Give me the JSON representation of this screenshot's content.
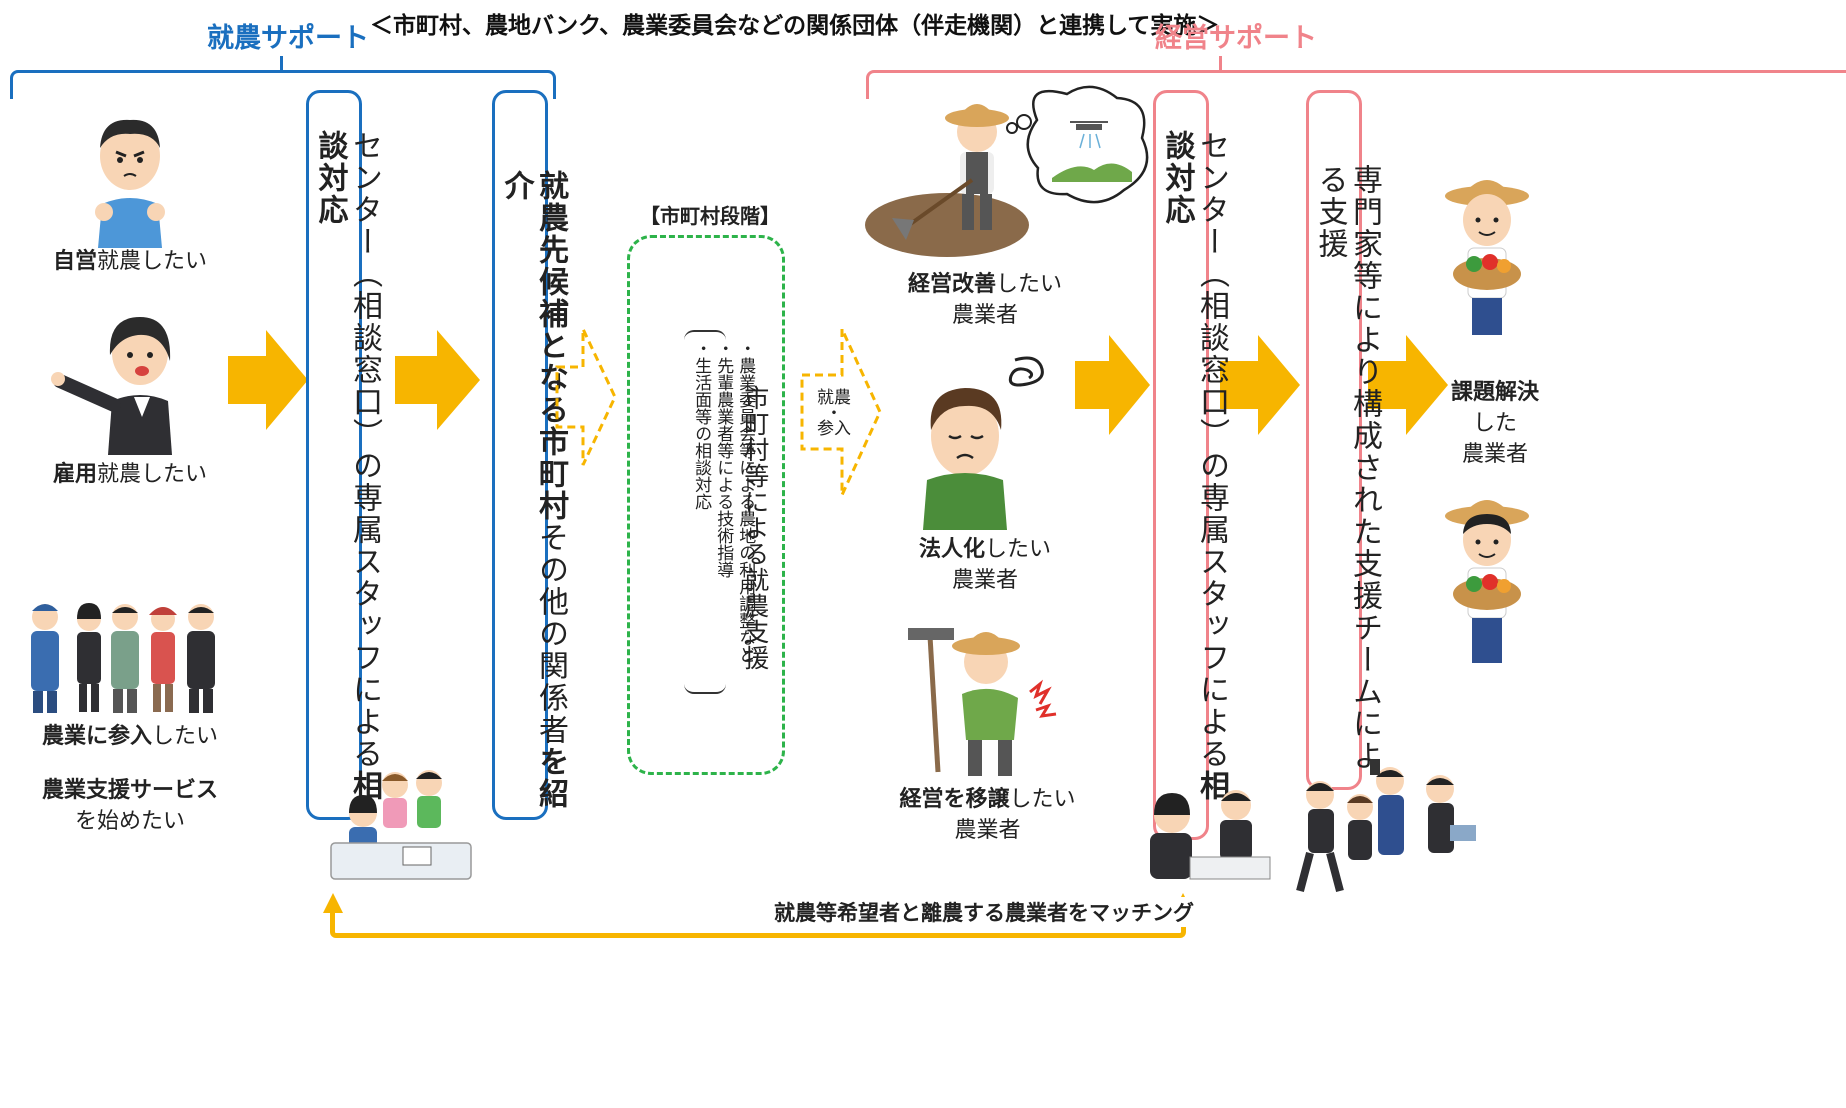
{
  "header": {
    "left_title": "就農サポート",
    "right_title": "経営サポート",
    "center_note": "＜市町村、農地バンク、農業委員会などの関係団体（伴走機関）と連携して実施＞"
  },
  "colors": {
    "blue": "#1a6fbf",
    "pink": "#f0838a",
    "green": "#2db34a",
    "arrow": "#f7b500"
  },
  "left_people": [
    {
      "bold": "自営",
      "rest": "就農したい",
      "icon": "man-fists-icon"
    },
    {
      "bold": "雇用",
      "rest": "就農したい",
      "icon": "woman-pointing-icon"
    },
    {
      "bold": "農業に参入",
      "rest": "したい",
      "icon": "business-group-icon"
    }
  ],
  "service_label": {
    "bold": "農業支援サービス",
    "rest": "を始めたい"
  },
  "left_center_box": {
    "line1": "センター（相談窓口）の専属スタッフによる",
    "bold": "相談対応"
  },
  "left_intro_box": {
    "bold1": "就農先候補となる市町村",
    "rest": "その他の関係者",
    "bold2": "を紹介"
  },
  "municipal": {
    "title": "【市町村段階】",
    "main": "市町村等による就農支援",
    "bullets": [
      "・農業委員会等による農地の利用調整など",
      "・先輩農業者等による技術指導",
      "・生活面等の相談対応"
    ]
  },
  "entry_arrow": {
    "line1": "就農",
    "dot": "・",
    "line2": "参入"
  },
  "farmers": [
    {
      "bold": "経営改善",
      "rest": "したい",
      "line2": "農業者",
      "icon": "farmer-hoe-drone-icon"
    },
    {
      "bold": "法人化",
      "rest": "したい",
      "line2": "農業者",
      "icon": "farmer-worried-icon"
    },
    {
      "bold": "経営を移譲",
      "rest": "したい",
      "line2": "農業者",
      "icon": "farmer-backpain-icon"
    }
  ],
  "right_center_box": {
    "line1": "センター（相談窓口）の専属スタッフによる",
    "bold": "相談対応"
  },
  "expert_box": {
    "text": "専門家等により構成された支援チームによる支援"
  },
  "result": {
    "bold": "課題解決",
    "line2": "した",
    "line3": "農業者"
  },
  "bottom": {
    "matching": "就農等希望者と離農する農業者をマッチング"
  }
}
